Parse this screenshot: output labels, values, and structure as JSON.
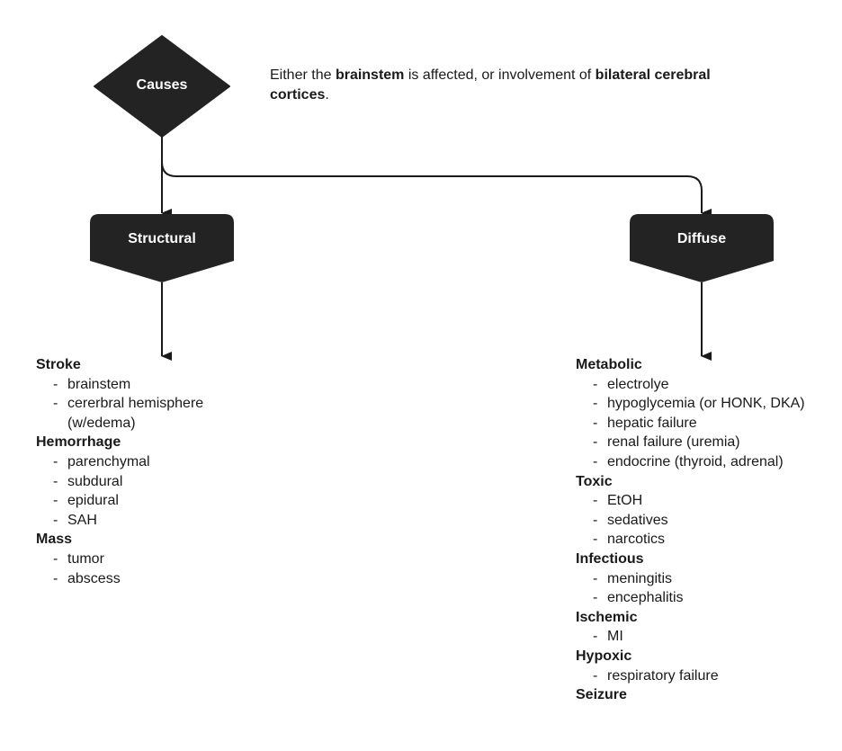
{
  "nodes": {
    "causes": "Causes",
    "structural": "Structural",
    "diffuse": "Diffuse"
  },
  "note": {
    "p1": "Either the ",
    "b1": "brainstem",
    "p2": " is affected, or involvement of ",
    "b2": "bilateral cerebral cortices",
    "p3": "."
  },
  "structural_list": [
    {
      "heading": "Stroke",
      "items": [
        "brainstem",
        "cererbral hemisphere (w/edema)"
      ]
    },
    {
      "heading": "Hemorrhage",
      "items": [
        "parenchymal",
        "subdural",
        "epidural",
        "SAH"
      ]
    },
    {
      "heading": "Mass",
      "items": [
        "tumor",
        "abscess"
      ]
    }
  ],
  "diffuse_list": [
    {
      "heading": "Metabolic",
      "items": [
        "electrolye",
        "hypoglycemia (or HONK, DKA)",
        "hepatic failure",
        "renal failure (uremia)",
        "endocrine (thyroid, adrenal)"
      ]
    },
    {
      "heading": "Toxic",
      "items": [
        "EtOH",
        "sedatives",
        "narcotics"
      ]
    },
    {
      "heading": "Infectious",
      "items": [
        "meningitis",
        "encephalitis"
      ]
    },
    {
      "heading": "Ischemic",
      "items": [
        "MI"
      ]
    },
    {
      "heading": "Hypoxic",
      "items": [
        "respiratory failure"
      ]
    },
    {
      "heading": "Seizure",
      "items": []
    }
  ],
  "colors": {
    "node_fill": "#232323",
    "line": "#1a1a1a"
  }
}
